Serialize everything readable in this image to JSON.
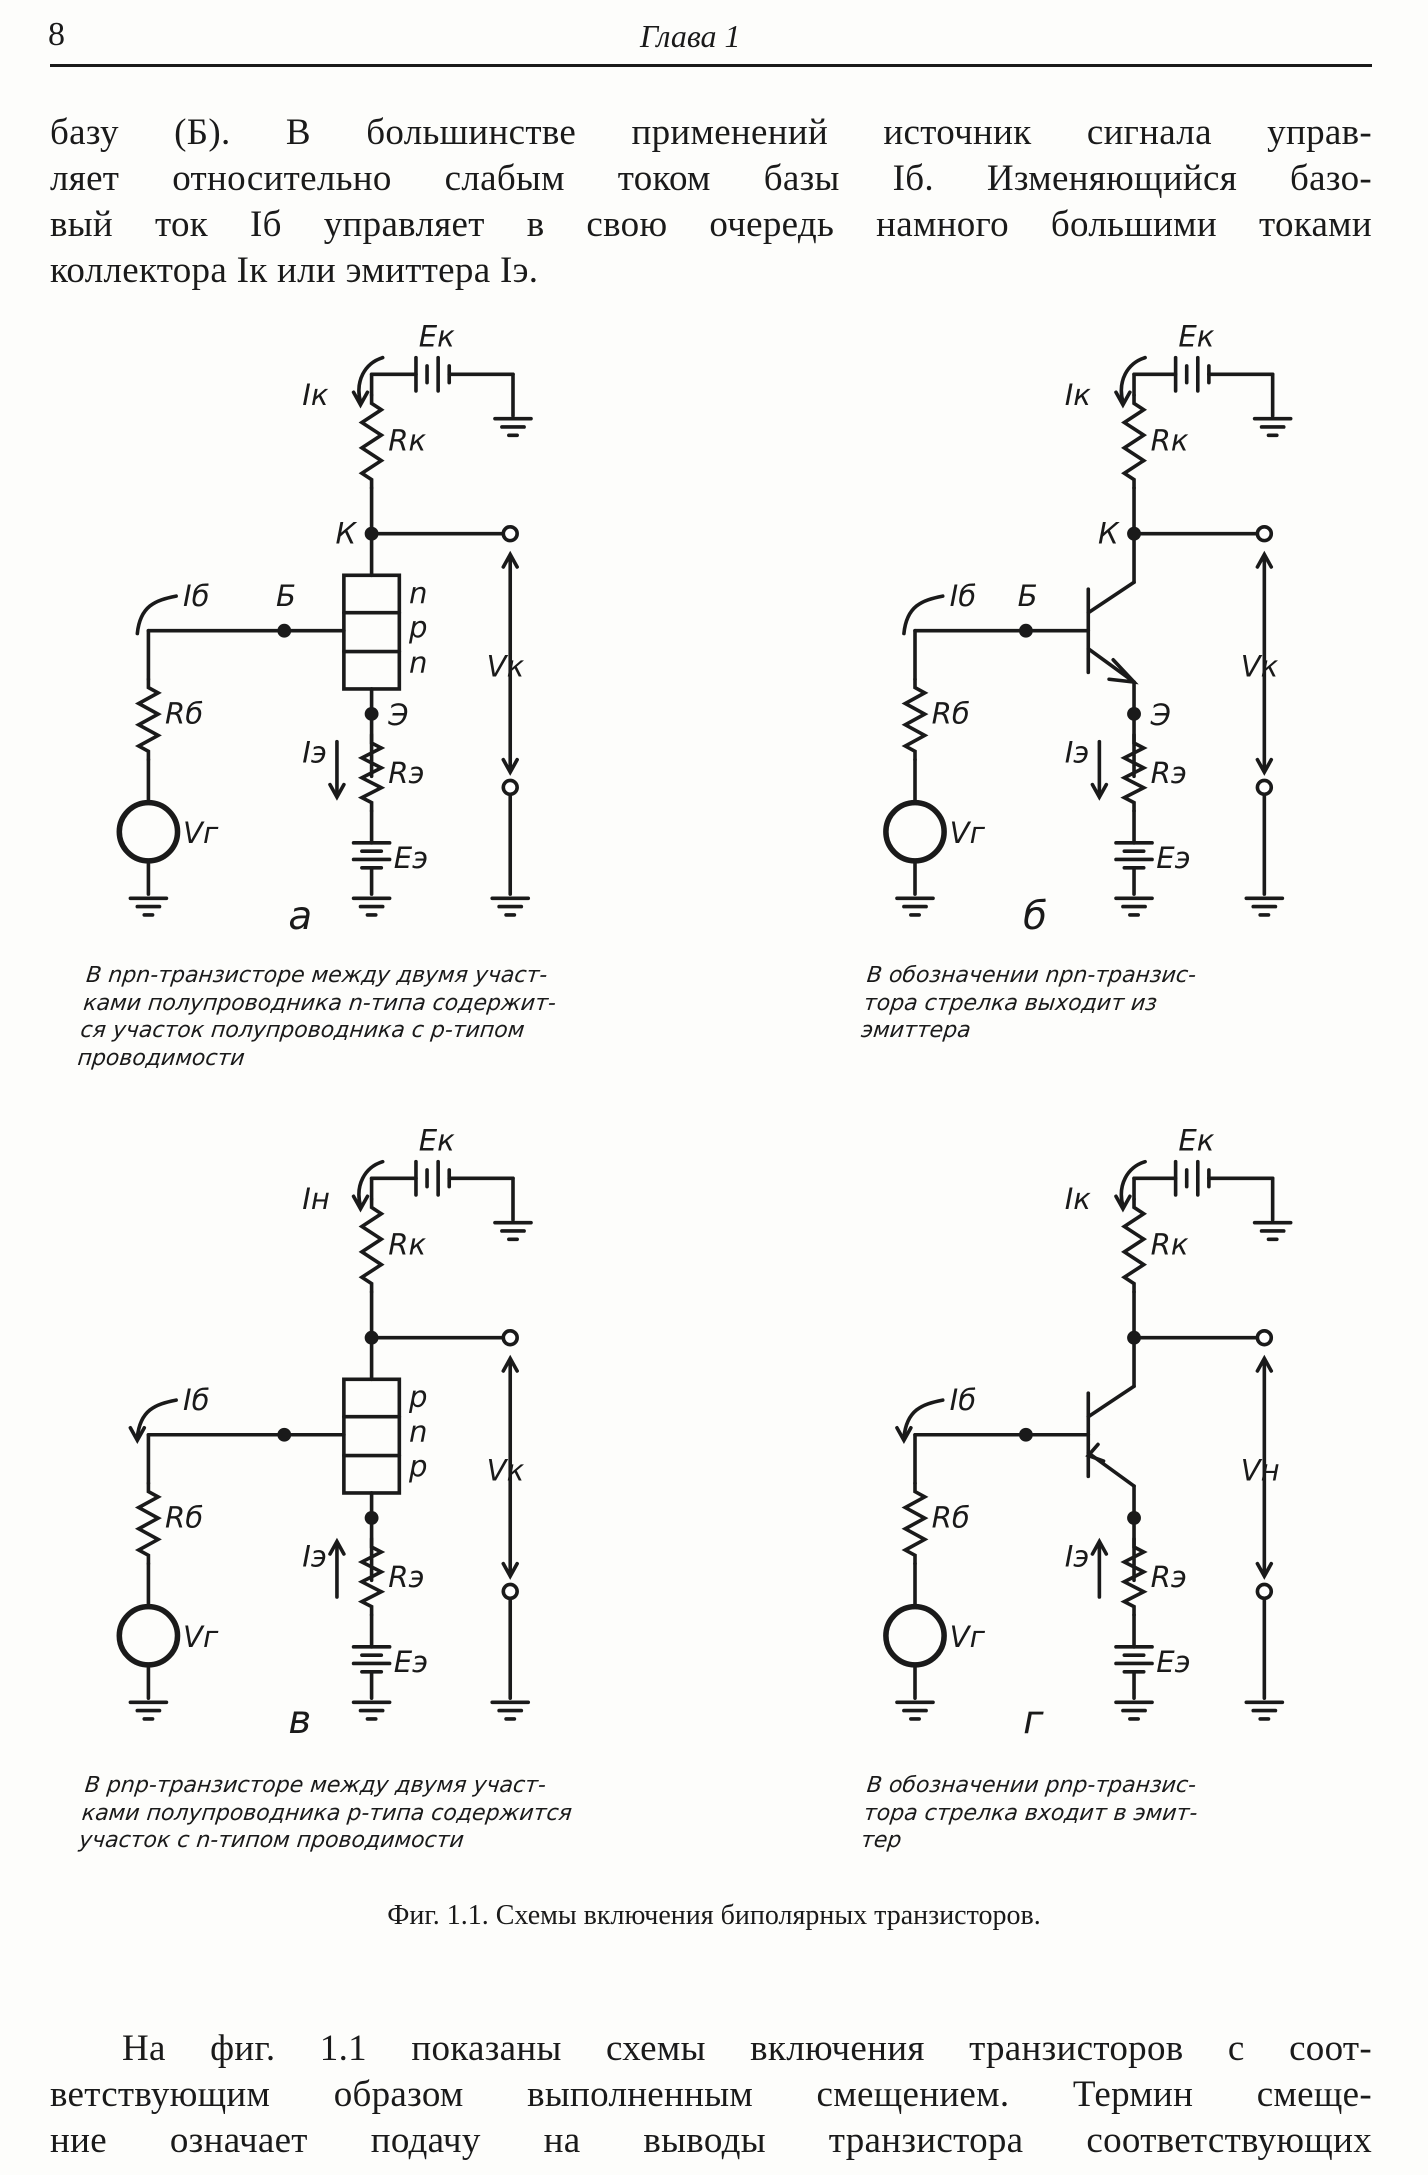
{
  "header": {
    "page_number": "8",
    "chapter": "Глава 1"
  },
  "top_paragraph": [
    "базу (Б). В большинстве применений источник сигнала управ-",
    "ляет относительно слабым током базы Iб. Изменяющийся базо-",
    "вый ток Iб управляет в свою очередь намного большими токами",
    "коллектора Iк или эмиттера Iэ."
  ],
  "figure": {
    "diagrams": [
      {
        "letter": "а",
        "labels": {
          "Ek": "Eк",
          "Ik": "Iк",
          "Rk": "Rк",
          "K": "К",
          "Ib": "Iб",
          "B": "Б",
          "Rb": "Rб",
          "Vg": "Vг",
          "Ie": "Iэ",
          "E": "Э",
          "Re": "Rэ",
          "Ee": "Eэ",
          "Vk": "Vк",
          "layers": [
            "n",
            "p",
            "n"
          ]
        },
        "caption": [
          "В npn-транзисторе между двумя участ-",
          "ками полупроводника n-типа содержит-",
          "ся участок полупроводника с p-типом",
          "проводимости"
        ]
      },
      {
        "letter": "б",
        "labels": {
          "Ek": "Eк",
          "Ik": "Iк",
          "Rk": "Rк",
          "K": "К",
          "Ib": "Iб",
          "B": "Б",
          "Rb": "Rб",
          "Vg": "Vг",
          "Ie": "Iэ",
          "E": "Э",
          "Re": "Rэ",
          "Ee": "Eэ",
          "Vk": "Vк"
        },
        "caption": [
          "В обозначении npn-транзис-",
          "тора стрелка выходит из",
          "эмиттера"
        ]
      },
      {
        "letter": "в",
        "labels": {
          "Ek": "Eк",
          "Ik": "Iн",
          "Rk": "Rк",
          "Ib": "Iб",
          "Rb": "Rб",
          "Vg": "Vг",
          "Ie": "Iэ",
          "Re": "Rэ",
          "Ee": "Eэ",
          "Vk": "Vк",
          "layers": [
            "p",
            "n",
            "p"
          ]
        },
        "caption": [
          "В pnp-транзисторе между двумя участ-",
          "ками полупроводника p-типа содержится",
          "участок с n-типом проводимости"
        ]
      },
      {
        "letter": "г",
        "labels": {
          "Ek": "Eк",
          "Ik": "Iк",
          "Rk": "Rк",
          "Ib": "Iб",
          "Rb": "Rб",
          "Vg": "Vг",
          "Ie": "Iэ",
          "Re": "Rэ",
          "Ee": "Eэ",
          "Vk": "Vн"
        },
        "caption": [
          "В обозначении pnp-транзис-",
          "тора стрелка входит в эмит-",
          "тер"
        ]
      }
    ],
    "caption": "Фиг. 1.1. Схемы включения биполярных транзисторов."
  },
  "bottom_paragraph": [
    "На фиг. 1.1 показаны схемы включения транзисторов с соот-",
    "ветствующим образом выполненным смещением. Термин смеще-",
    "ние означает подачу на выводы транзистора соответствующих"
  ]
}
